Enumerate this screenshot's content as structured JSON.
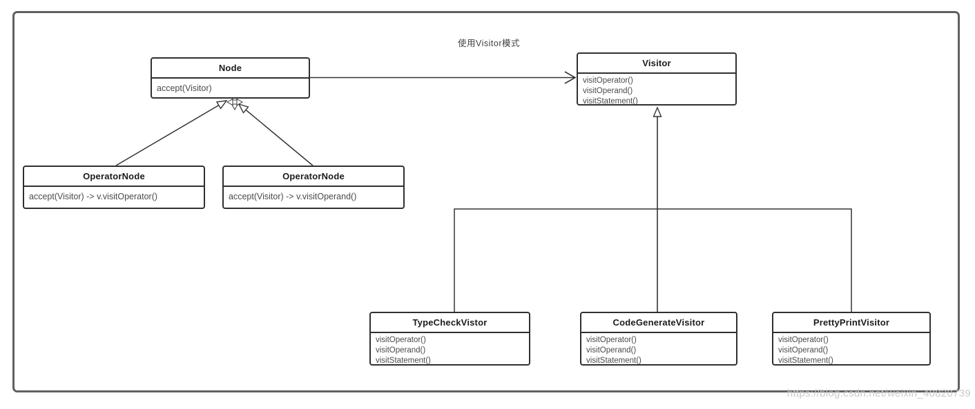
{
  "diagram": {
    "title": "使用Visitor模式",
    "relations": [
      {
        "from": "Node",
        "to": "Visitor",
        "type": "association-arrow"
      },
      {
        "from": "OperatorNode (left)",
        "to": "Node",
        "type": "inheritance"
      },
      {
        "from": "OperatorNode (right)",
        "to": "Node",
        "type": "inheritance"
      },
      {
        "from": "TypeCheckVistor",
        "to": "Visitor",
        "type": "inheritance"
      },
      {
        "from": "CodeGenerateVisitor",
        "to": "Visitor",
        "type": "inheritance"
      },
      {
        "from": "PrettyPrintVisitor",
        "to": "Visitor",
        "type": "inheritance"
      }
    ]
  },
  "classes": {
    "node": {
      "title": "Node",
      "members": [
        "accept(Visitor)"
      ]
    },
    "operator_node": {
      "title": "OperatorNode",
      "members": [
        "accept(Visitor) -> v.visitOperator()"
      ]
    },
    "operand_node": {
      "title": "OperatorNode",
      "members": [
        "accept(Visitor) -> v.visitOperand()"
      ]
    },
    "visitor": {
      "title": "Visitor",
      "members": [
        "visitOperator()",
        "visitOperand()",
        "visitStatement()"
      ]
    },
    "type_check": {
      "title": "TypeCheckVistor",
      "members": [
        "visitOperator()",
        "visitOperand()",
        "visitStatement()"
      ]
    },
    "code_generate": {
      "title": "CodeGenerateVisitor",
      "members": [
        "visitOperator()",
        "visitOperand()",
        "visitStatement()"
      ]
    },
    "pretty_print": {
      "title": "PrettyPrintVisitor",
      "members": [
        "visitOperator()",
        "visitOperand()",
        "visitStatement()"
      ]
    }
  },
  "watermark": "https://blog.csdn.net/weixin_40820739",
  "colors": {
    "box_border": "#2f2f2f",
    "connector_line": "#333333",
    "frame_border": "#606060",
    "member_text": "#4a4a4a",
    "title_text": "#1b1b1b",
    "watermark_text": "#c6c6c6"
  }
}
